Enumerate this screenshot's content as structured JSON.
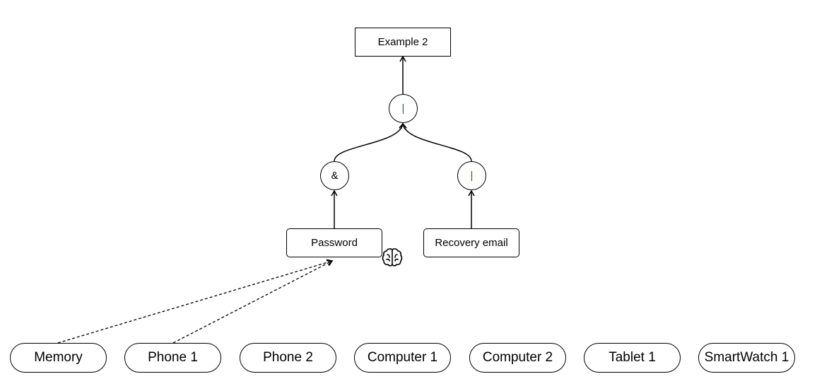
{
  "diagram": {
    "root": {
      "label": "Example 2"
    },
    "gates": {
      "top_or": {
        "symbol": "|"
      },
      "and_gate": {
        "symbol": "&"
      },
      "right_or": {
        "symbol": "|"
      }
    },
    "factors": {
      "password": {
        "label": "Password",
        "icon": "brain-icon"
      },
      "recovery_email": {
        "label": "Recovery email"
      }
    },
    "devices": [
      {
        "label": "Memory"
      },
      {
        "label": "Phone 1"
      },
      {
        "label": "Phone 2"
      },
      {
        "label": "Computer 1"
      },
      {
        "label": "Computer 2"
      },
      {
        "label": "Tablet 1"
      },
      {
        "label": "SmartWatch 1"
      }
    ]
  }
}
